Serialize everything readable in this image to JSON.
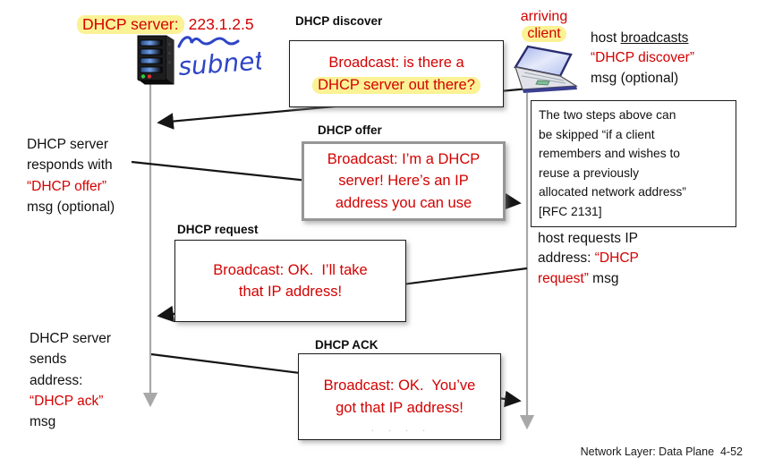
{
  "colors": {
    "red": "#d40000",
    "highlight": "#fbf295",
    "ink_blue": "#2e45c6",
    "timeline_gray": "#a8a8a8",
    "arrow_black": "#151515"
  },
  "server": {
    "label_highlight": "DHCP server:",
    "label_address": "223.1.2.5",
    "subnet": "subnet"
  },
  "client": {
    "line1": "arriving",
    "line2": "client"
  },
  "notes": {
    "host_broadcasts": {
      "pre": "host ",
      "underlined": "broadcasts",
      "red": "“DHCP discover”",
      "tail": "msg (optional)"
    },
    "rfc": {
      "l1": "The two steps above can",
      "l2": "be skipped “if a client",
      "l3": "remembers and wishes to",
      "l4": "reuse a previously",
      "l5": "allocated network address”",
      "l6": "[RFC 2131]"
    },
    "host_requests": {
      "l1": "host requests IP",
      "l2_pre": "address: ",
      "l2_red": "“DHCP",
      "l3_red": "request”",
      "l3_tail": " msg"
    },
    "server_responds": {
      "l1": "DHCP server",
      "l2": "responds with",
      "red": "“DHCP offer”",
      "l4": "msg (optional)"
    },
    "server_sends": {
      "l1": "DHCP server",
      "l2": "sends",
      "l3": "address:",
      "red": "“DHCP ack”",
      "l5": "msg"
    }
  },
  "messages": {
    "discover": {
      "label": "DHCP discover",
      "l1": "Broadcast: is there a",
      "l2": "DHCP server out there?"
    },
    "offer": {
      "label": "DHCP offer",
      "l1": "Broadcast: I’m a DHCP",
      "l2": "server! Here’s an IP",
      "l3": "address you can use"
    },
    "request": {
      "label": "DHCP request",
      "l1": "Broadcast: OK.  I’ll take",
      "l2": "that IP address!"
    },
    "ack": {
      "label": "DHCP ACK",
      "l1": "Broadcast: OK.  You’ve",
      "l2": "got that IP address!",
      "dots": ".  .  .  ."
    }
  },
  "footer": "Network Layer: Data Plane  4-52"
}
